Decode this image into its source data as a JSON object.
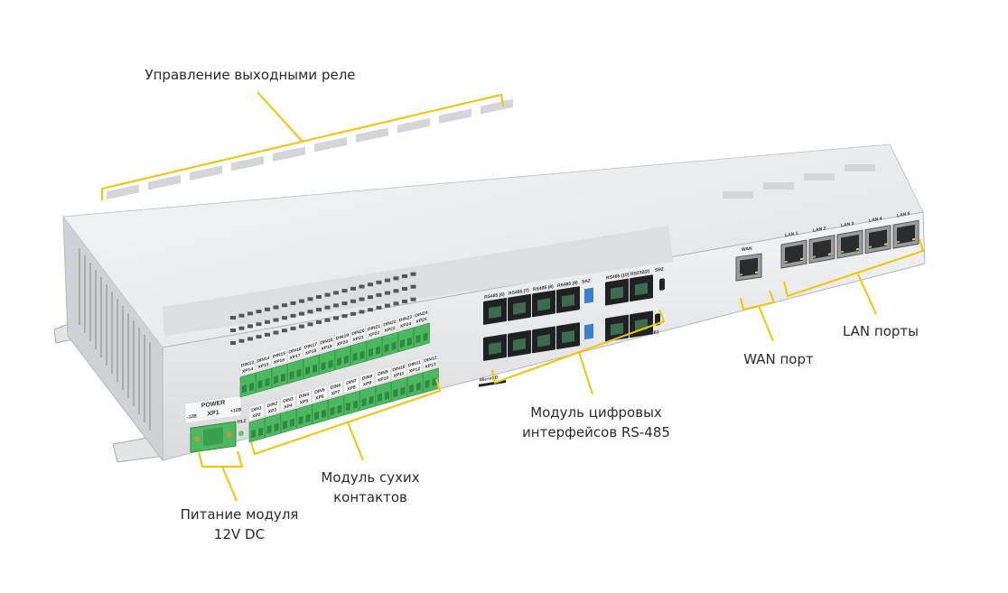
{
  "callouts": {
    "relays": "Управление выходными реле",
    "power_line1": "Питание модуля",
    "power_line2": "12V DC",
    "dry_contacts_line1": "Модуль сухих",
    "dry_contacts_line2": "контактов",
    "rs485_line1": "Модуль цифровых",
    "rs485_line2": "интерфейсов RS-485",
    "wan": "WAN порт",
    "lan": "LAN порты"
  },
  "device_labels": {
    "power": "POWER",
    "xp1": "XP1",
    "minus12": "-12В",
    "plus12": "+12В",
    "hl2": "HL2",
    "microsd": "MicroSD",
    "sb1": "SB1",
    "sb2": "SB2",
    "wan": "WAN",
    "lan": [
      "LAN 1",
      "LAN 2",
      "LAN 3",
      "LAN 4",
      "LAN 5"
    ],
    "rs485_top": [
      "RS485 (6)",
      "RS485 (7)",
      "RS485 (8)",
      "RS485 (9)",
      "SA2",
      "RS485 (10)",
      "RS232(2)"
    ],
    "din_upper": [
      [
        "DIN13",
        "XP14"
      ],
      [
        "DIN14",
        "XP15"
      ],
      [
        "DIN15",
        "XP16"
      ],
      [
        "DIN16",
        "XP17"
      ],
      [
        "DIN17",
        "XP18"
      ],
      [
        "DIN18",
        "XP19"
      ],
      [
        "DIN19",
        "XP20"
      ],
      [
        "DIN20",
        "XP21"
      ],
      [
        "DIN21",
        "XP22"
      ],
      [
        "DIN22",
        "XP23"
      ],
      [
        "DIN23",
        "XP24"
      ],
      [
        "DIN24",
        "XP25"
      ]
    ],
    "din_lower": [
      [
        "DIN1",
        "XP2"
      ],
      [
        "DIN2",
        "XP3"
      ],
      [
        "DIN3",
        "XP4"
      ],
      [
        "DIN4",
        "XP5"
      ],
      [
        "DIN5",
        "XP6"
      ],
      [
        "DIN6",
        "XP7"
      ],
      [
        "DIN7",
        "XP8"
      ],
      [
        "DIN8",
        "XP9"
      ],
      [
        "DIN9",
        "XP10"
      ],
      [
        "DIN10",
        "XP11"
      ],
      [
        "DIN11",
        "XP12"
      ],
      [
        "DIN12",
        "XP13"
      ]
    ]
  },
  "colors": {
    "accent": "#f5c400",
    "terminal": "#4cb860",
    "case": "#e9eaec"
  }
}
